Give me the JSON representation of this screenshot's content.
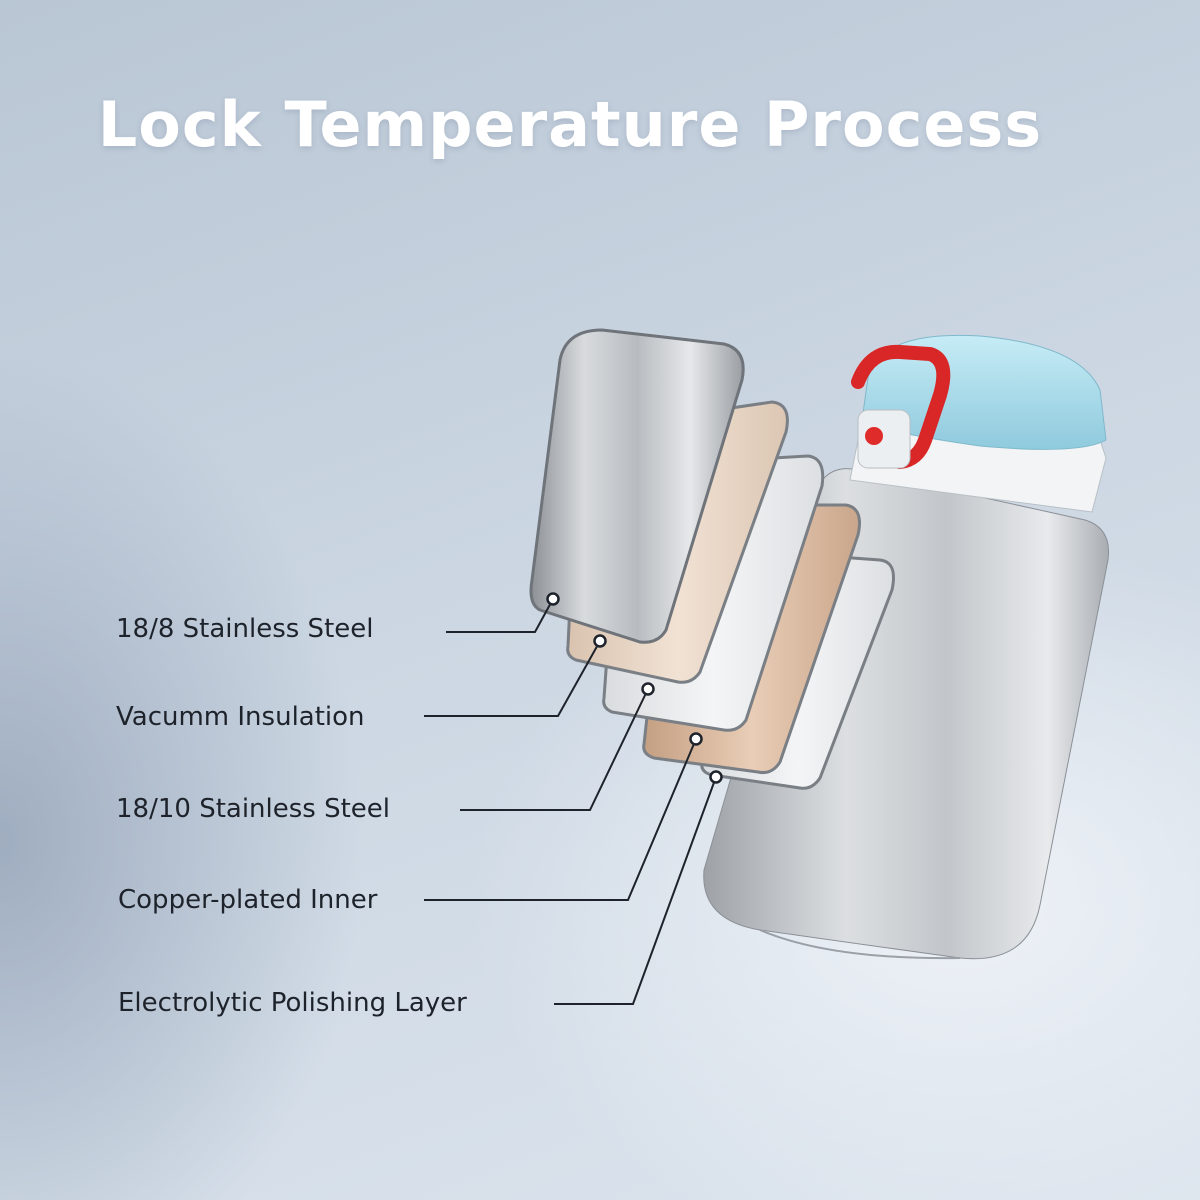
{
  "title": "Lock Temperature Process",
  "layers": [
    {
      "label": "18/8 Stainless Steel"
    },
    {
      "label": "Vacumm Insulation"
    },
    {
      "label": "18/10 Stainless Steel"
    },
    {
      "label": "Copper-plated Inner"
    },
    {
      "label": "Electrolytic Polishing Layer"
    }
  ],
  "colors": {
    "steel": "#c4c8cc",
    "insulation": "#ead8c8",
    "copper": "#d8b89d",
    "lid": "#a9d8e6",
    "clip": "#e02b2b"
  }
}
